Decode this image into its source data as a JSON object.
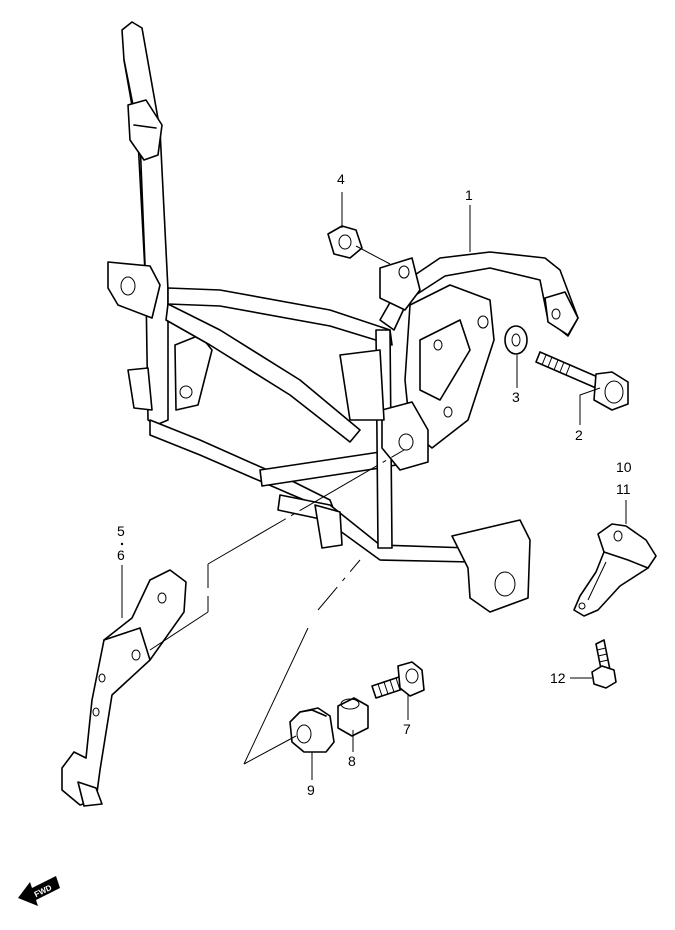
{
  "callouts": [
    {
      "id": "1",
      "label": "1"
    },
    {
      "id": "2",
      "label": "2"
    },
    {
      "id": "3",
      "label": "3"
    },
    {
      "id": "4",
      "label": "4"
    },
    {
      "id": "5",
      "label": "5"
    },
    {
      "id": "6",
      "label": "6"
    },
    {
      "id": "7",
      "label": "7"
    },
    {
      "id": "8",
      "label": "8"
    },
    {
      "id": "9",
      "label": "9"
    },
    {
      "id": "10",
      "label": "10"
    },
    {
      "id": "11",
      "label": "11"
    },
    {
      "id": "12",
      "label": "12"
    }
  ],
  "fwd_label": "FWD"
}
